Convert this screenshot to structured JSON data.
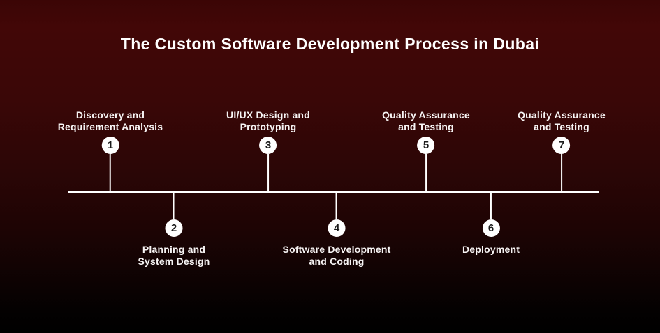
{
  "title": "The Custom Software Development Process in Dubai",
  "colors": {
    "background_top": "#420707",
    "background_bottom": "#000000",
    "timeline_line": "#ffffff",
    "badge_fill": "#ffffff",
    "badge_number": "#1b1b1b",
    "text": "#ffffff"
  },
  "timeline": {
    "steps": [
      {
        "number": "1",
        "line1": "Discovery and",
        "line2": "Requirement Analysis",
        "position": "above"
      },
      {
        "number": "2",
        "line1": "Planning and",
        "line2": "System Design",
        "position": "below"
      },
      {
        "number": "3",
        "line1": "UI/UX Design and",
        "line2": "Prototyping",
        "position": "above"
      },
      {
        "number": "4",
        "line1": "Software Development",
        "line2": "and Coding",
        "position": "below"
      },
      {
        "number": "5",
        "line1": "Quality Assurance",
        "line2": "and Testing",
        "position": "above"
      },
      {
        "number": "6",
        "line1": "Deployment",
        "line2": "",
        "position": "below"
      },
      {
        "number": "7",
        "line1": "Quality Assurance",
        "line2": "and Testing",
        "position": "above"
      }
    ]
  }
}
